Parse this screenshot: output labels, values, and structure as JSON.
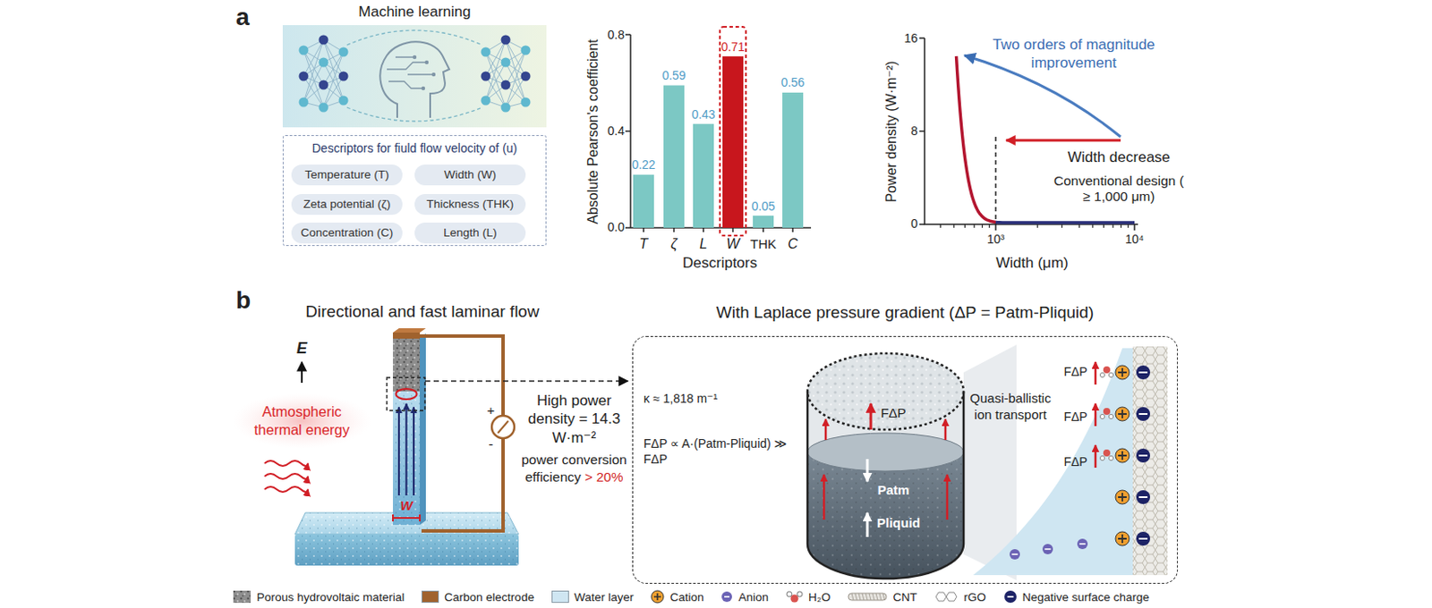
{
  "diagram": {
    "nodes": [
      {
        "text": [
          "Machine learning"
        ]
      },
      {
        "text": [
          "Descriptors for fiuld flow velocity of (u)"
        ]
      },
      {
        "text": [
          "Temperature (T)"
        ],
        "in": 1
      },
      {
        "text": [
          "Width (W)"
        ],
        "in": 1
      },
      {
        "text": [
          "Zeta potential (ζ)"
        ],
        "in": 1
      },
      {
        "text": [
          "Thickness (THK)"
        ],
        "in": 1
      },
      {
        "text": [
          "Concentration (C)"
        ],
        "in": 1
      },
      {
        "text": [
          "Length (L)"
        ],
        "in": 1
      },
      {
        "text": [
          "With Laplace pressure gradient (ΔP = Patm-Pliquid)"
        ]
      }
    ],
    "labels": [
      "a",
      "Absolute Pearson's coefficient",
      "0.0",
      "0.4",
      "0.8",
      "0.22",
      "0.59",
      "0.43",
      "0.71",
      "0.05",
      "0.56",
      "T",
      "ζ",
      "L",
      "W",
      "THK",
      "C",
      "Descriptors",
      "Power density (W·m⁻²)",
      "0",
      "8",
      "16",
      "10³",
      "10⁴",
      "Width (μm)",
      "Two orders of magnitude improvement",
      "Width decrease",
      "Conventional design ( ≥ 1,000 μm)",
      "b",
      "Directional and fast laminar flow",
      "E",
      "Atmospheric thermal energy",
      "W",
      "+",
      "-",
      "High power density = 14.3 W·m⁻²",
      "power conversion efficiency",
      "> 20%",
      "κ ≈ 1,818 m⁻¹",
      "FΔP ∝ A·(Patm-Pliquid) ≫ FΔP",
      "FΔP",
      "Patm",
      "Pliquid",
      "Quasi-ballistic ion transport",
      "FΔP",
      "FΔP",
      "FΔP"
    ],
    "legend": [
      {
        "text": "Porous hydrovoltaic material"
      },
      {
        "text": "Carbon electrode",
        "color": "#a0622d"
      },
      {
        "text": "Water layer",
        "color": "#cfe6f2"
      },
      {
        "text": "Cation"
      },
      {
        "text": "Anion"
      },
      {
        "text": "H₂O"
      },
      {
        "text": "CNT"
      },
      {
        "text": "rGO"
      },
      {
        "text": "Negative surface charge"
      }
    ]
  }
}
